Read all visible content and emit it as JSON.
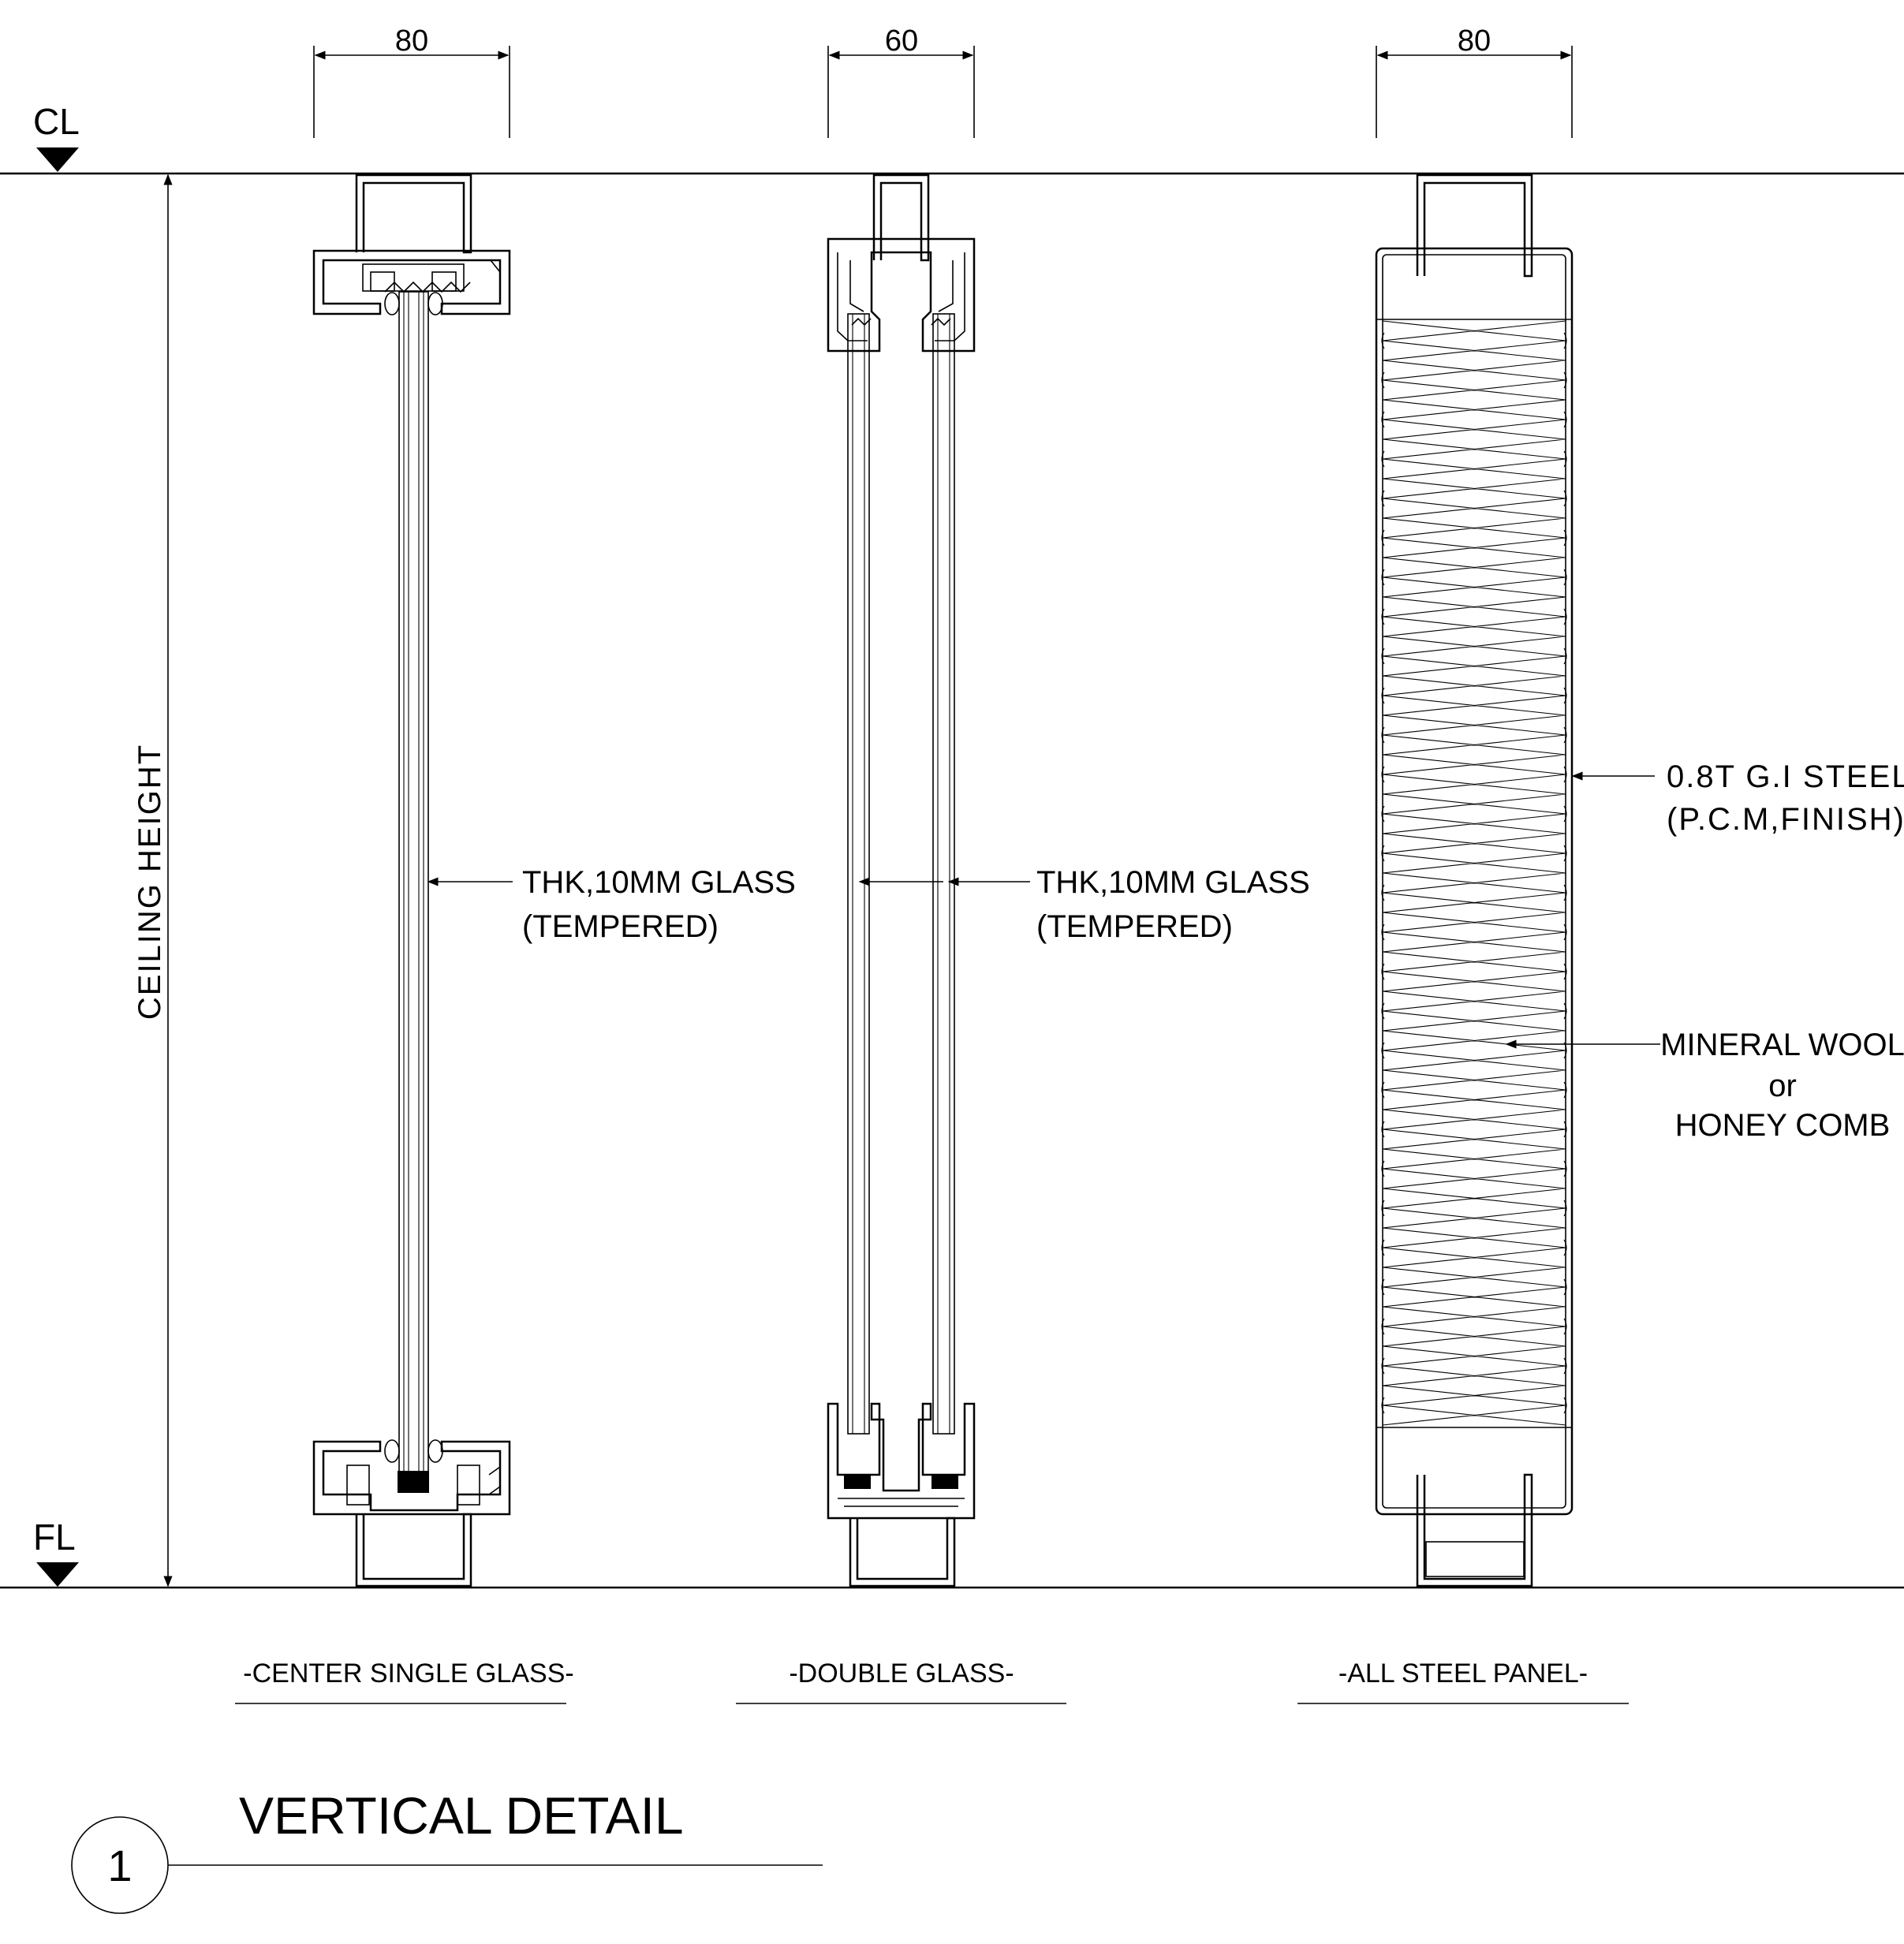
{
  "levels": {
    "ceiling": "CL",
    "floor": "FL"
  },
  "vertical_dimension": {
    "label": "CEILING HEIGHT"
  },
  "dimensions": {
    "single": "80",
    "double": "60",
    "steel": "80"
  },
  "callouts": {
    "single_glass": {
      "line1": "THK,10MM GLASS",
      "line2": "(TEMPERED)"
    },
    "double_glass": {
      "line1": "THK,10MM GLASS",
      "line2": "(TEMPERED)"
    },
    "steel_skin": {
      "line1": "0.8T G.I STEEL",
      "line2": "(P.C.M,FINISH)"
    },
    "core": {
      "line1": "MINERAL WOOL",
      "line2": "or",
      "line3": "HONEY COMB"
    }
  },
  "subtitles": {
    "single": "-CENTER SINGLE GLASS-",
    "double": "-DOUBLE GLASS-",
    "steel": "-ALL STEEL PANEL-"
  },
  "detail": {
    "number": "1",
    "title": "VERTICAL DETAIL"
  }
}
